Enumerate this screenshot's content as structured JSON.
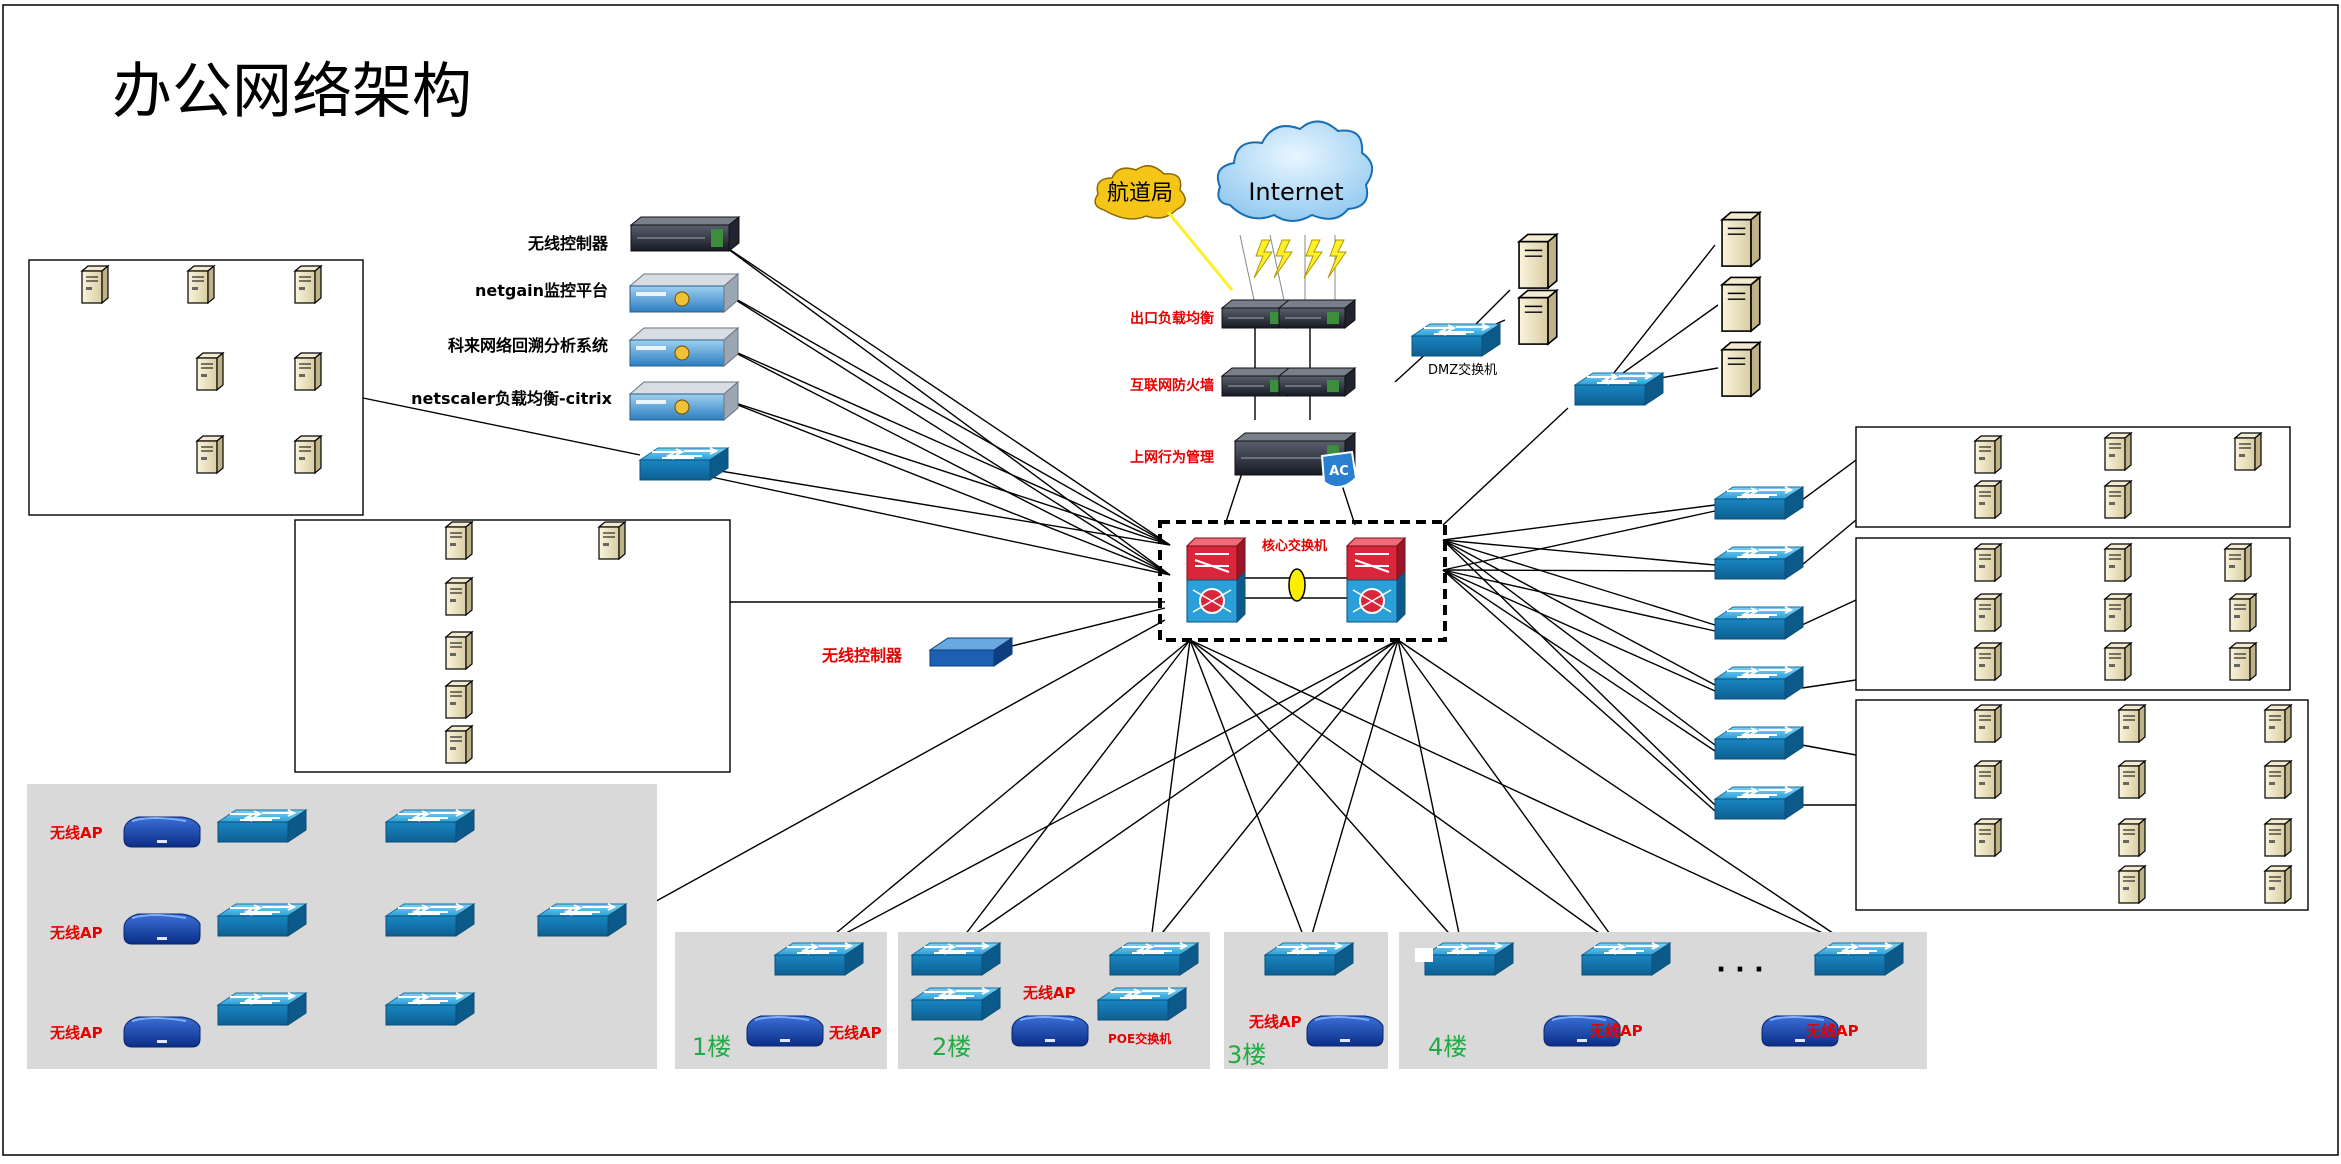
{
  "title": "办公网络架构",
  "internet": "Internet",
  "hangdaoju": "航道局",
  "labels": {
    "outbound_lb": "出口负载均衡",
    "firewall": "互联网防火墙",
    "behavior_mgmt": "上网行为管理",
    "core_switch": "核心交换机",
    "dmz_switch": "DMZ交换机",
    "wireless_controller": "无线控制器",
    "ac_badge": "AC",
    "poe_switch": "POE交换机",
    "dots": "· · ·"
  },
  "devices_left": [
    "无线控制器",
    "netgain监控平台",
    "科来网络回溯分析系统",
    "netscaler负载均衡-citrix"
  ],
  "wireless_ap": "无线AP",
  "floors": [
    "1楼",
    "2楼",
    "3楼",
    "4楼"
  ],
  "colors": {
    "red_label": "#e60000",
    "green_floor": "#22aa44",
    "switch_blue": "#2a9fd8",
    "core_red": "#d9263a",
    "panel_gray": "#d9d9d9"
  }
}
